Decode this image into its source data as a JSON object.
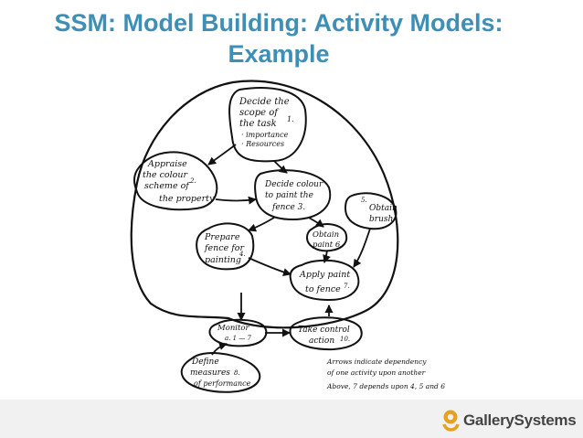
{
  "slide": {
    "title_line1": "SSM: Model Building: Activity Models:",
    "title_line2": "Example"
  },
  "activities": {
    "a1": {
      "line1": "Decide the",
      "line2": "scope of",
      "line3": "the task",
      "num": "1.",
      "bullet1": "· importance",
      "bullet2": "· Resources"
    },
    "a2": {
      "line1": "Appraise",
      "line2": "the colour",
      "line3": "scheme of",
      "line4": "the property",
      "num": "2."
    },
    "a3": {
      "line1": "Decide colour",
      "line2": "to paint the",
      "line3": "fence 3."
    },
    "a4": {
      "line1": "Prepare",
      "line2": "fence for",
      "line3": "painting",
      "num": "4."
    },
    "a5": {
      "line1": "5.",
      "line2": "Obtain",
      "line3": "brush"
    },
    "a6": {
      "line1": "Obtain",
      "line2": "paint 6."
    },
    "a7": {
      "line1": "Apply paint",
      "line2": "to fence",
      "num": "7."
    },
    "a9": {
      "line1": "Monitor",
      "line2": "a. 1 — 7"
    },
    "a10": {
      "line1": "Take control",
      "line2": "action",
      "num": "10."
    },
    "a8": {
      "line1": "Define",
      "line2": "measures",
      "num": "8.",
      "line3": "of performance"
    }
  },
  "note": {
    "line1": "Arrows indicate dependency",
    "line2": "of one activity upon another",
    "line3": "Above, 7 depends upon 4, 5 and 6"
  },
  "footer": {
    "brand": "GallerySystems",
    "brand_color": "#e8a020"
  }
}
